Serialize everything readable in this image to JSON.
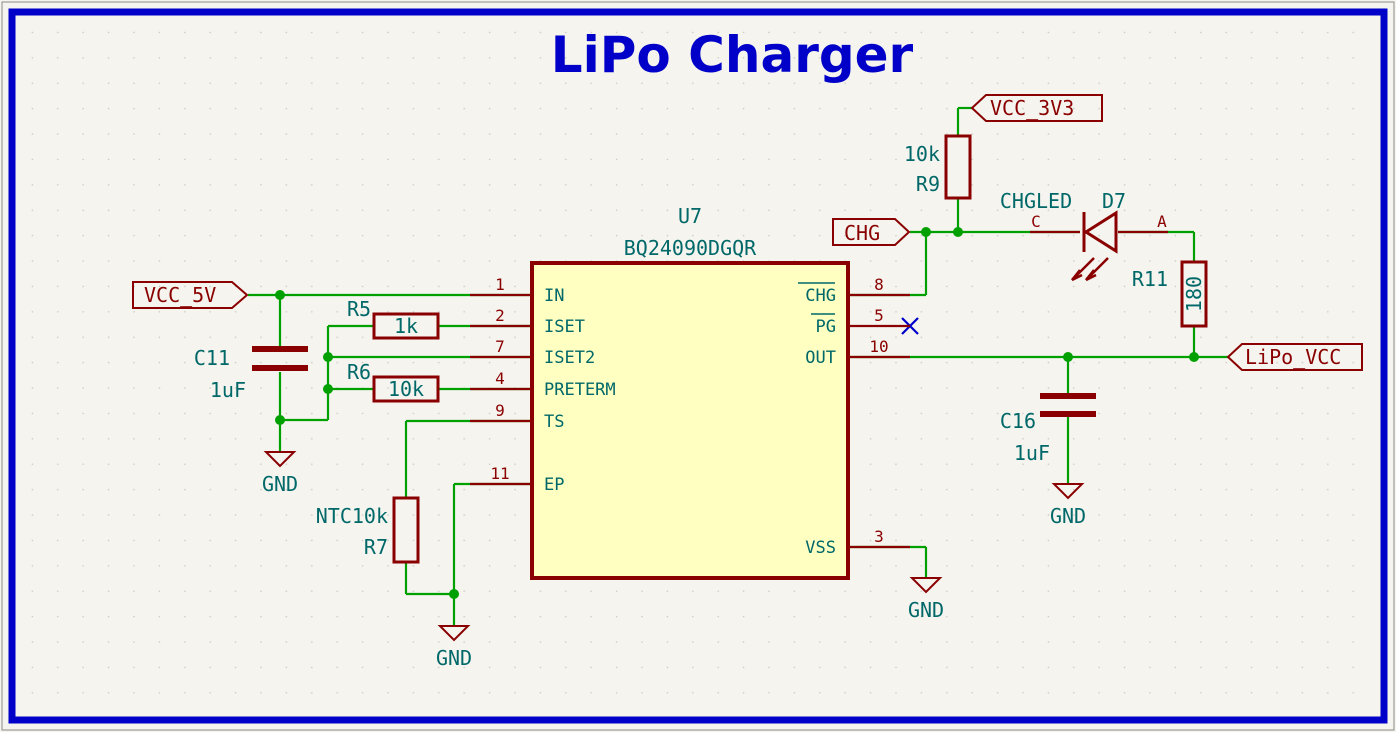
{
  "title": "LiPo Charger",
  "ic": {
    "ref": "U7",
    "value": "BQ24090DGQR",
    "pins_left": [
      {
        "num": "1",
        "name": "IN"
      },
      {
        "num": "2",
        "name": "ISET"
      },
      {
        "num": "7",
        "name": "ISET2"
      },
      {
        "num": "4",
        "name": "PRETERM"
      },
      {
        "num": "9",
        "name": "TS"
      },
      {
        "num": "11",
        "name": "EP"
      }
    ],
    "pins_right": [
      {
        "num": "8",
        "name": "CHG"
      },
      {
        "num": "5",
        "name": "PG"
      },
      {
        "num": "10",
        "name": "OUT"
      },
      {
        "num": "3",
        "name": "VSS"
      }
    ]
  },
  "labels": {
    "vcc5v": "VCC_5V",
    "vcc3v3": "VCC_3V3",
    "chg": "CHG",
    "lipo_vcc": "LiPo_VCC"
  },
  "components": {
    "c11": {
      "ref": "C11",
      "value": "1uF"
    },
    "c16": {
      "ref": "C16",
      "value": "1uF"
    },
    "r5": {
      "ref": "R5",
      "value": "1k"
    },
    "r6": {
      "ref": "R6",
      "value": "10k"
    },
    "r7": {
      "ref": "R7",
      "value": "NTC10k"
    },
    "r9": {
      "ref": "R9",
      "value": "10k"
    },
    "r11": {
      "ref": "R11",
      "value": "180"
    },
    "d7": {
      "ref": "D7",
      "value": "CHGLED",
      "pin_c": "C",
      "pin_a": "A"
    }
  },
  "gnd": "GND",
  "colors": {
    "background": "#f5f4ef",
    "border": "#0000c8",
    "wire": "#00a000",
    "symbol": "#8a0000",
    "text": "#006868",
    "ic_fill": "#ffffc2",
    "no_connect": "#0000c8"
  }
}
